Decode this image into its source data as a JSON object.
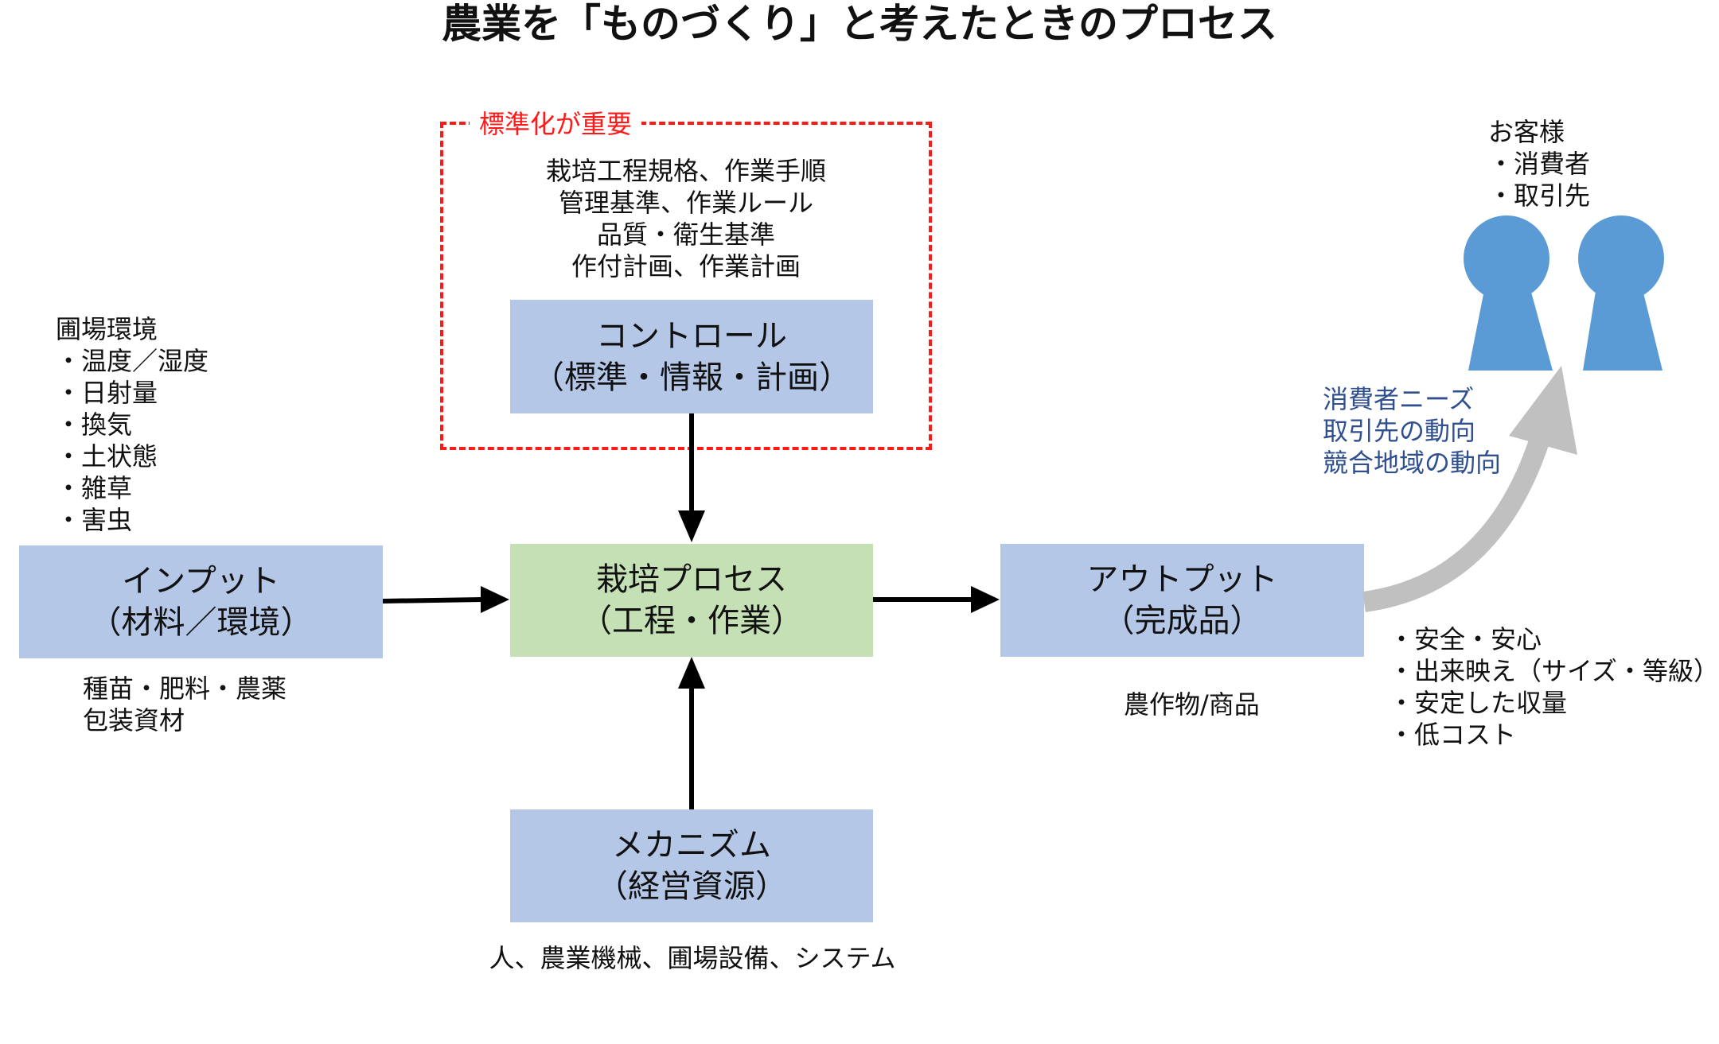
{
  "title": "農業を「ものづくり」と考えたときのプロセス",
  "control_group": {
    "label": "標準化が重要",
    "items": [
      "栽培工程規格、作業手順",
      "管理基準、作業ルール",
      "品質・衛生基準",
      "作付計画、作業計画"
    ]
  },
  "boxes": {
    "control": {
      "line1": "コントロール",
      "line2": "（標準・情報・計画）"
    },
    "input": {
      "line1": "インプット",
      "line2": "（材料／環境）"
    },
    "process": {
      "line1": "栽培プロセス",
      "line2": "（工程・作業）"
    },
    "output": {
      "line1": "アウトプット",
      "line2": "（完成品）"
    },
    "mechanism": {
      "line1": "メカニズム",
      "line2": "（経営資源）"
    }
  },
  "field_env": {
    "heading": "圃場環境",
    "items": [
      "・温度／湿度",
      "・日射量",
      "・換気",
      "・土状態",
      "・雑草",
      "・害虫"
    ]
  },
  "input_notes": [
    "種苗・肥料・農薬",
    "包装資材"
  ],
  "mechanism_note": "人、農業機械、圃場設備、システム",
  "output_note": "農作物/商品",
  "output_features": [
    "・安全・安心",
    "・出来映え（サイズ・等級）",
    "・安定した収量",
    "・低コスト"
  ],
  "customer": {
    "heading": "お客様",
    "items": [
      "・消費者",
      "・取引先"
    ]
  },
  "market_info": [
    "消費者ニーズ",
    "取引先の動向",
    "競合地域の動向"
  ],
  "colors": {
    "box_blue": "#b4c7e7",
    "box_green": "#c5e0b4",
    "person": "#5b9bd5",
    "dash_red": "#ff1a1a",
    "curve_gray": "#c0c0c0",
    "market_text": "#2f4f8f"
  }
}
